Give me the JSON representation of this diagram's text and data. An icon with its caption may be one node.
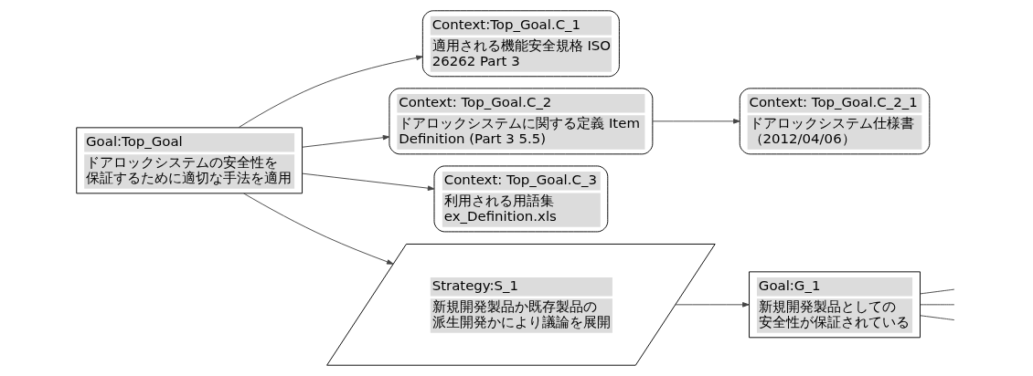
{
  "diagram": {
    "nodes": [
      {
        "text": [
          "Goal:Top_Goal",
          "ドアロックシステムの安全性を保証するために適切な手法を適用"
        ]
      },
      {
        "text": [
          "Context:Top_Goal.C_1",
          "適用される機能安全規格 ISO 26262 Part 3"
        ]
      },
      {
        "text": [
          "Context: Top_Goal.C_2",
          "ドアロックシステムに関する定義 Item Definition (Part 3 5.5)"
        ]
      },
      {
        "text": [
          "Context: Top_Goal.C_2_1",
          "ドアロックシステム仕様書（2012/04/06）"
        ]
      },
      {
        "text": [
          "Context: Top_Goal.C_3",
          "利用される用語集  ex_Definition.xls"
        ]
      },
      {
        "text": [
          "Strategy:S_1",
          "新規開発製品か既存製品の派生開発かにより議論を展開"
        ]
      },
      {
        "text": [
          "Goal:G_1",
          "新規開発製品としての安全性が保証されている"
        ]
      }
    ],
    "edges": [
      {
        "from": 0,
        "to": 1,
        "arrow": "to"
      },
      {
        "from": 0,
        "to": 2,
        "arrow": "to"
      },
      {
        "from": 2,
        "to": 3,
        "arrow": "to"
      },
      {
        "from": 0,
        "to": 4,
        "arrow": "to"
      },
      {
        "from": 0,
        "to": 5,
        "arrow": "to"
      },
      {
        "from": 5,
        "to": 6,
        "arrow": "to"
      },
      {
        "from": 6,
        "to": null,
        "arrow": "none"
      },
      {
        "from": 6,
        "to": null,
        "arrow": "none"
      },
      {
        "from": 6,
        "to": null,
        "arrow": "none"
      }
    ]
  }
}
